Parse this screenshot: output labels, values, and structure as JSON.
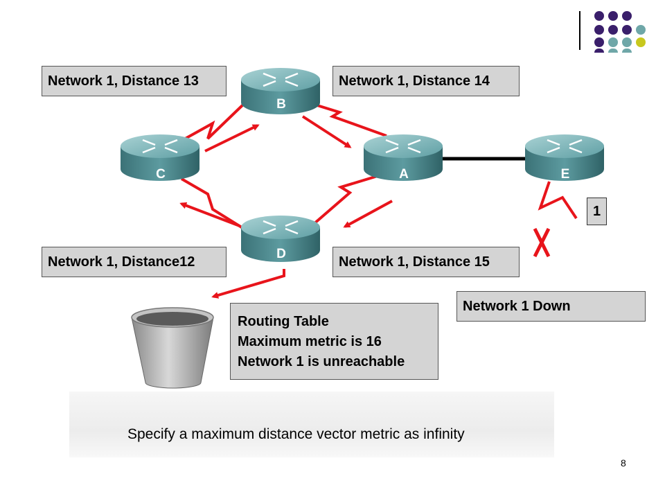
{
  "routers": [
    {
      "id": "B",
      "label": "B"
    },
    {
      "id": "C",
      "label": "C"
    },
    {
      "id": "A",
      "label": "A"
    },
    {
      "id": "E",
      "label": "E"
    },
    {
      "id": "D",
      "label": "D"
    }
  ],
  "updates": {
    "top_left": "Network 1, Distance 13",
    "top_right": "Network 1, Distance 14",
    "bottom_left": "Network 1, Distance12",
    "bottom_right": "Network 1, Distance 15"
  },
  "network_marker": "1",
  "network_down": "Network 1 Down",
  "routing_table": {
    "line1": "Routing Table",
    "line2": "Maximum metric is 16",
    "line3": "Network 1 is unreachable"
  },
  "caption": "Specify a maximum distance vector metric as infinity",
  "page_number": "8",
  "colors": {
    "link_red": "#e8141b",
    "router_teal": "#5a9ea3",
    "label_gray": "#d4d4d4",
    "dot_purple": "#3a1f6b",
    "dot_teal": "#6fa7a8",
    "dot_yellow": "#c8c81e"
  }
}
